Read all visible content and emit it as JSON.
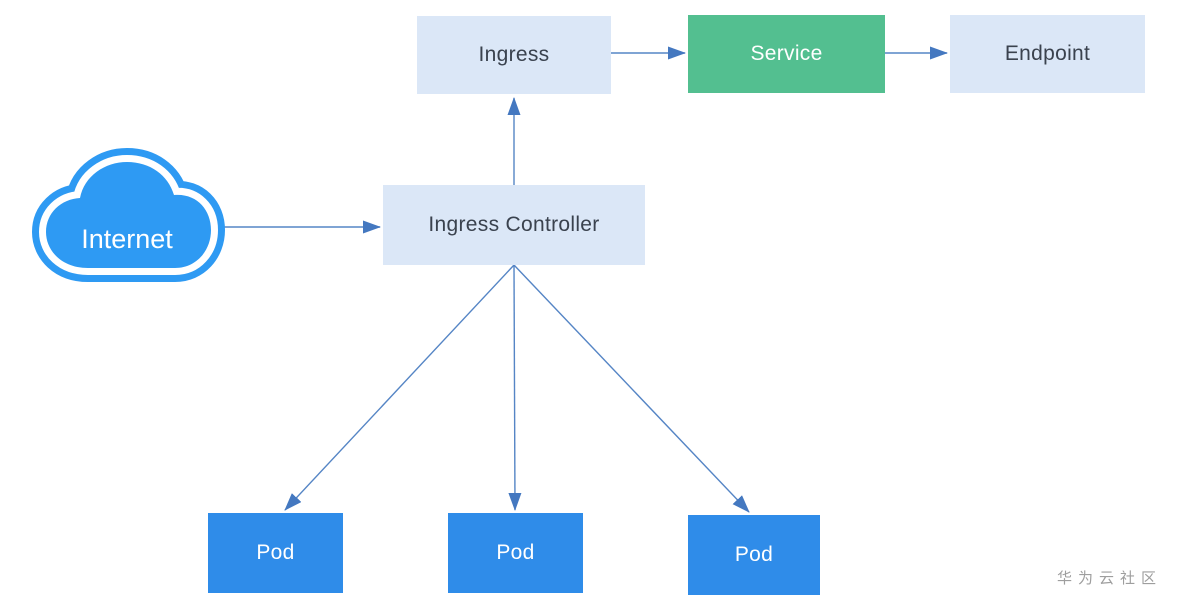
{
  "diagram": {
    "nodes": {
      "internet": {
        "label": "Internet",
        "shape": "cloud"
      },
      "ingress": {
        "label": "Ingress",
        "shape": "box-light"
      },
      "service": {
        "label": "Service",
        "shape": "box-green"
      },
      "endpoint": {
        "label": "Endpoint",
        "shape": "box-light"
      },
      "controller": {
        "label": "Ingress Controller",
        "shape": "box-light"
      },
      "pod1": {
        "label": "Pod",
        "shape": "box-blue"
      },
      "pod2": {
        "label": "Pod",
        "shape": "box-blue"
      },
      "pod3": {
        "label": "Pod",
        "shape": "box-blue"
      }
    },
    "edges": [
      {
        "from": "internet",
        "to": "controller"
      },
      {
        "from": "controller",
        "to": "ingress"
      },
      {
        "from": "ingress",
        "to": "service"
      },
      {
        "from": "service",
        "to": "endpoint"
      },
      {
        "from": "controller",
        "to": "pod1"
      },
      {
        "from": "controller",
        "to": "pod2"
      },
      {
        "from": "controller",
        "to": "pod3"
      }
    ],
    "colors": {
      "node_light_fill": "#dbe7f7",
      "node_green_fill": "#53bf90",
      "node_blue_fill": "#2f8ce9",
      "cloud_blue": "#2e9af3",
      "edge_line": "#5585c5",
      "edge_arrowhead": "#4478c0",
      "label_dark": "#3a424e",
      "label_light": "#ffffff",
      "watermark_gray": "#9e9e9e"
    },
    "watermark": "华为云社区"
  }
}
